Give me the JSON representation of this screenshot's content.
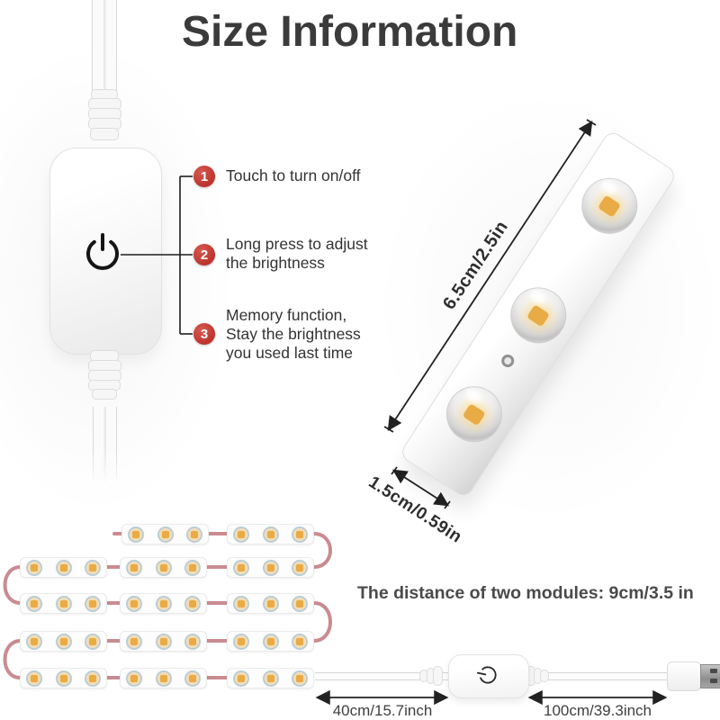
{
  "title": "Size Information",
  "controller": {
    "button_icon": "power-icon",
    "callouts": [
      {
        "number": "1",
        "lines": [
          "Touch to turn on/off"
        ]
      },
      {
        "number": "2",
        "lines": [
          "Long press to adjust",
          "the brightness"
        ]
      },
      {
        "number": "3",
        "lines": [
          "Memory function,",
          "Stay the brightness",
          "you used last time"
        ]
      }
    ]
  },
  "light_bar": {
    "length_label": "6.5cm/2.5in",
    "width_label": "1.5cm/0.59in",
    "led_count": 3
  },
  "module_string": {
    "distance_note": "The distance of two modules: 9cm/3.5 in",
    "rows": 5,
    "modules_per_full_row": 3,
    "leds_per_module": 3
  },
  "power_cable": {
    "switch_icon": "power-icon",
    "plug_icon": "usb-plug",
    "segment_left_label": "40cm/15.7inch",
    "segment_right_label": "100cm/39.3inch"
  },
  "colors": {
    "accent-red": "#bd332c",
    "wire-pink": "#c98b91",
    "led-chip": "#e9ab45",
    "led-ring": "#b5d1e2",
    "text-dark": "#3b3b3b"
  }
}
